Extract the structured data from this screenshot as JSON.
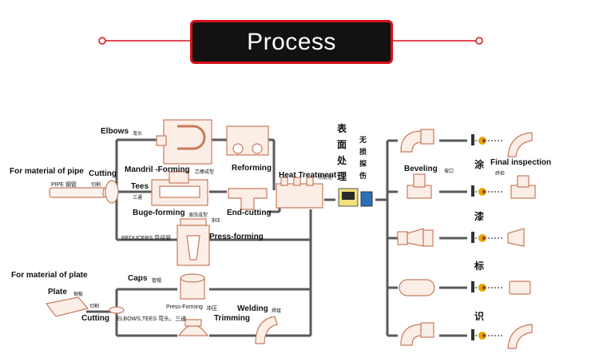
{
  "banner": {
    "title": "Process"
  },
  "inputs": {
    "pipe_material": "For material of pipe",
    "pipe_label": "PIPE 钢管",
    "plate_material": "For material of plate",
    "plate_label": "Plate",
    "plate_cn": "钢板"
  },
  "steps": {
    "cutting_pipe": "Cutting",
    "cutting_pipe_cn": "切割",
    "elbows": "Elbows",
    "elbows_cn": "弯头",
    "mandril": "Mandril -Forming",
    "mandril_cn": "芯棒成型",
    "tees": "Tees",
    "tees_cn": "三通",
    "bulge": "Buge-forming",
    "bulge_cn": "液压成型",
    "bulge_cn2": "冲压",
    "reducers": "REDUCERS 异径管",
    "press_forming": "Press-forming",
    "reforming": "Reforming",
    "heat_treatment": "Heat Treatment",
    "heat_cn": "热处理",
    "end_cutting": "End-cutting",
    "caps": "Caps",
    "caps_cn": "管帽",
    "cutting_plate": "Cutting",
    "cutting_plate_cn": "切割",
    "elbows_tees": "ELBOWS,TEES 弯头、三通",
    "press_forming2": "Press-Forming",
    "press_forming2_cn": "冲压",
    "trimming": "Trimming",
    "welding": "Welding",
    "welding_cn": "焊接"
  },
  "surface": {
    "cn1": "表",
    "cn2": "面",
    "cn3": "处",
    "cn4": "理",
    "ndt1": "无",
    "ndt2": "损",
    "ndt3": "探",
    "ndt4": "伤"
  },
  "finishing": {
    "beveling": "Beveling",
    "beveling_cn": "坡口",
    "final": "Final inspection",
    "final_cn": "终检",
    "marks": [
      "涂",
      "漆",
      "标",
      "识"
    ]
  }
}
